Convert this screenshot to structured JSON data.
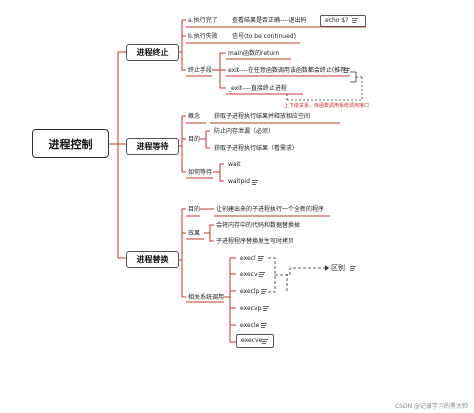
{
  "root": {
    "label": "进程控制"
  },
  "sections": {
    "term": {
      "label": "进程终止",
      "items": {
        "a": "a.执行完了",
        "a_detail": "查看结果是否正确----退出码",
        "a_cmd": "echo $?",
        "b": "b.执行失败",
        "b_detail": "信号(to be continued)",
        "method": "终止手段",
        "m1": "main函数的return",
        "m2": "exit----在任意函数调用该函数都会终止(推荐)",
        "m3": "_exit----直接终止进程",
        "note": "上下级关系，库函数调用系统调用接口"
      }
    },
    "wait": {
      "label": "进程等待",
      "items": {
        "concept": "概念",
        "concept_detail": "获取子进程执行结果并释放相应空间",
        "purpose": "目的",
        "p1": "防止内存泄漏（必须）",
        "p2": "获取子进程执行结果（看需求）",
        "how": "如何等待",
        "w1": "wait",
        "w2": "waitpid"
      }
    },
    "exec": {
      "label": "进程替换",
      "items": {
        "purpose": "目的",
        "purpose_detail": "让创建出来的子进程执行一个全新的程序",
        "effect": "效果",
        "e1": "会将内存中的代码和数据替换掉",
        "e2": "子进程程序替换发生写时拷贝",
        "calls": "相关系统调用",
        "f1": "execl",
        "f2": "execv",
        "f3": "execlp",
        "f4": "execvp",
        "f5": "execle",
        "f6": "execve",
        "diff": "区别"
      }
    }
  },
  "watermark": "CSDN @记录学习的黑大帅",
  "colors": {
    "line": "#c0392b",
    "dashed": "#333333"
  }
}
